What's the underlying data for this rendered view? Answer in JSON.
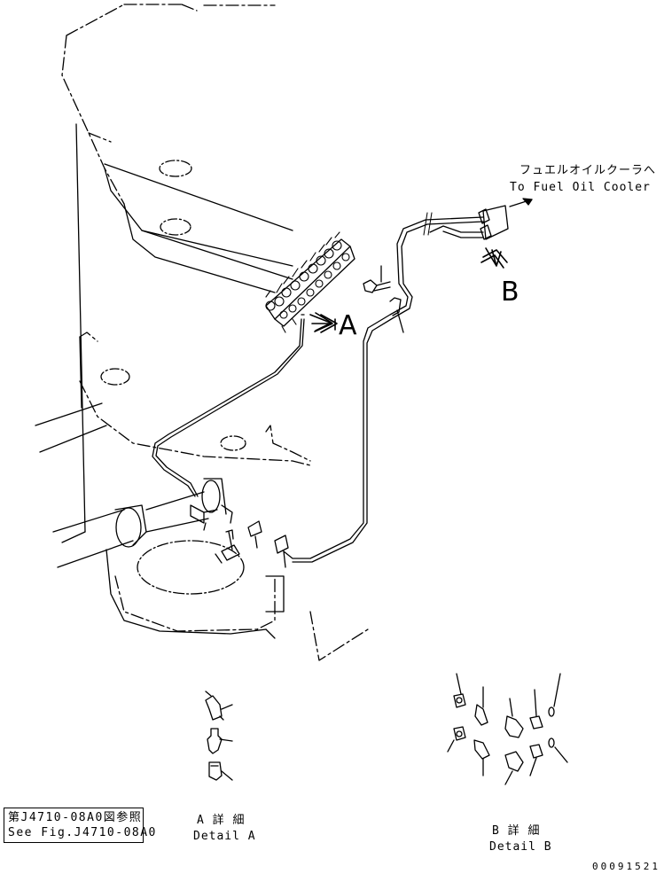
{
  "annotation": {
    "jp": "フュエルオイルクーラへ",
    "en": "To Fuel Oil Cooler"
  },
  "views": {
    "a": {
      "letter": "A",
      "caption_jp": "A 詳 細",
      "caption_en": "Detail A"
    },
    "b": {
      "letter": "B",
      "caption_jp": "B 詳 細",
      "caption_en": "Detail B"
    }
  },
  "reference": {
    "jp": "第J4710-08A0図参照",
    "en": "See Fig.J4710-08A0"
  },
  "drawing_number": "00091521"
}
